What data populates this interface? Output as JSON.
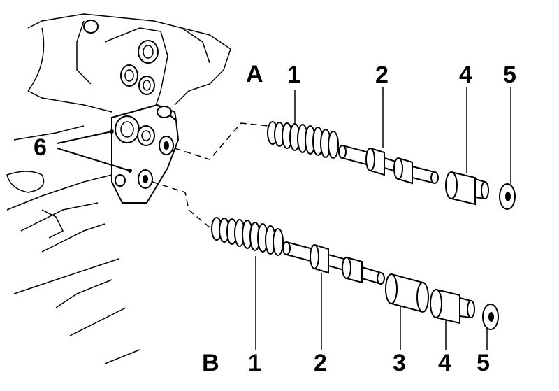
{
  "assemblies": {
    "a": {
      "label": "A",
      "callouts": [
        "1",
        "2",
        "4",
        "5"
      ]
    },
    "b": {
      "label": "B",
      "callouts": [
        "1",
        "2",
        "3",
        "4",
        "5"
      ]
    }
  },
  "housing_callout": "6"
}
